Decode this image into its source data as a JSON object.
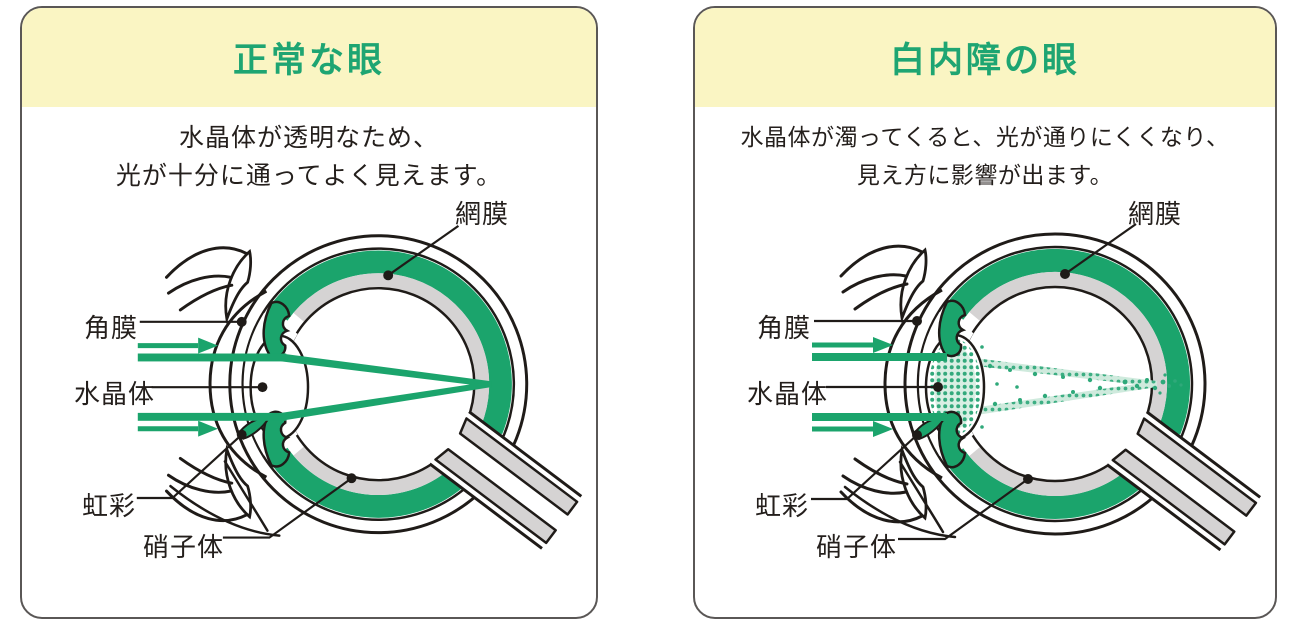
{
  "colors": {
    "accent_green": "#1ba46c",
    "title_green": "#1ea572",
    "header_yellow": "#faf5c3",
    "ring_gray": "#d5d3d3",
    "outline_black": "#1f1b18",
    "panel_border": "#5a5756",
    "halftone_green": "#33a97c",
    "beam_pale_green": "#cfeadd"
  },
  "panels": [
    {
      "id": "normal-eye",
      "title": "正常な眼",
      "description": {
        "line1": "水晶体が透明なため、",
        "line2": "光が十分に通ってよく見えます。"
      },
      "labels": {
        "retina": "網膜",
        "cornea": "角膜",
        "lens": "水晶体",
        "iris": "虹彩",
        "vitreous": "硝子体"
      }
    },
    {
      "id": "cataract-eye",
      "title": "白内障の眼",
      "description": {
        "line1": "水晶体が濁ってくると、光が通りにくくなり、",
        "line2": "見え方に影響が出ます。"
      },
      "labels": {
        "retina": "網膜",
        "cornea": "角膜",
        "lens": "水晶体",
        "iris": "虹彩",
        "vitreous": "硝子体"
      }
    }
  ]
}
